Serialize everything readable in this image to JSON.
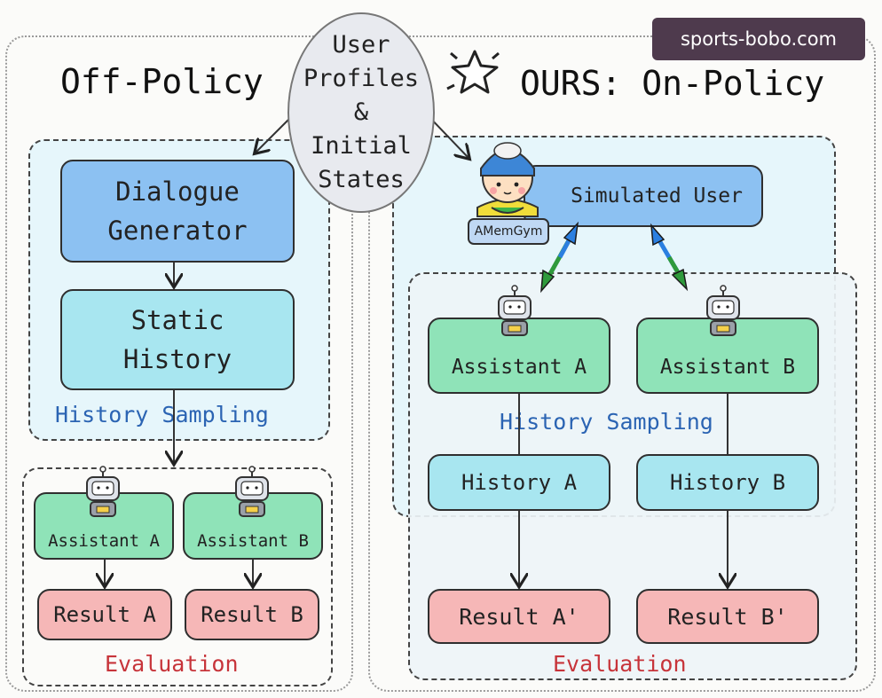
{
  "watermark": "sports-bobo.com",
  "left": {
    "title": "Off-Policy",
    "dialogue_generator": "Dialogue\nGenerator",
    "static_history": "Static\nHistory",
    "history_sampling": "History Sampling",
    "assistant_a": "Assistant A",
    "assistant_b": "Assistant B",
    "result_a": "Result A",
    "result_b": "Result B",
    "evaluation": "Evaluation"
  },
  "center": {
    "profiles": "User\nProfiles\n&\nInitial\nStates"
  },
  "right": {
    "title": "OURS: On-Policy",
    "simulated_user": "Simulated User",
    "amemgym": "AMemGym",
    "assistant_a": "Assistant A",
    "assistant_b": "Assistant B",
    "history_sampling": "History Sampling",
    "history_a": "History A",
    "history_b": "History B",
    "result_a": "Result A'",
    "result_b": "Result B'",
    "evaluation": "Evaluation"
  },
  "icons": [
    "robot-icon",
    "user-avatar-icon",
    "star-icon"
  ],
  "colors": {
    "generator_blue": "#8cc1f2",
    "history_cyan": "#a8e6f0",
    "assistant_green": "#8fe3b8",
    "result_pink": "#f6b7b7",
    "section_blue_text": "#2b64b3",
    "section_red_text": "#c7343a"
  }
}
